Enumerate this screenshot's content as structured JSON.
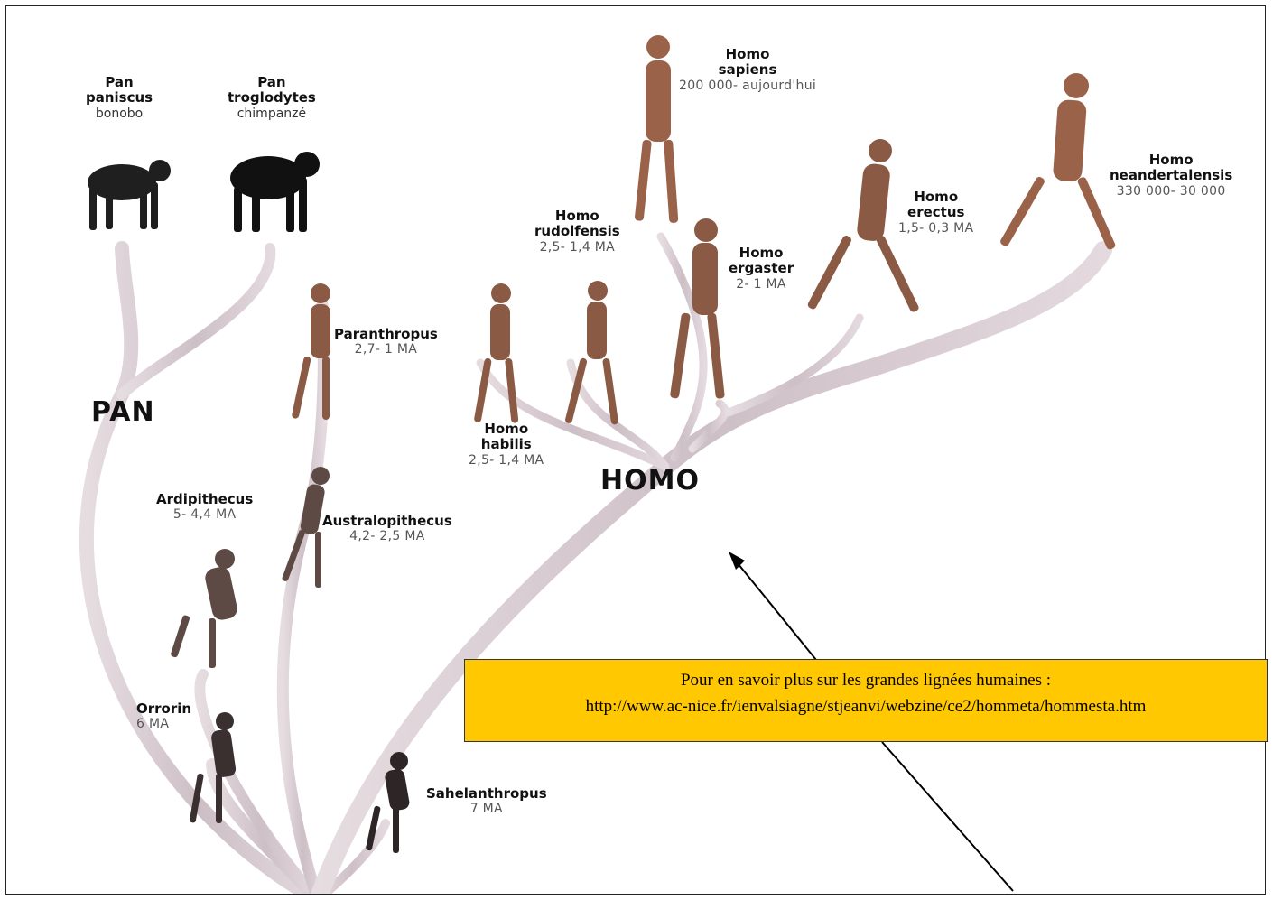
{
  "genera": {
    "pan": "PAN",
    "homo": "HOMO"
  },
  "species": {
    "pan_paniscus": {
      "name_1": "Pan",
      "name_2": "paniscus",
      "common": "bonobo"
    },
    "pan_troglodytes": {
      "name_1": "Pan",
      "name_2": "troglodytes",
      "common": "chimpanzé"
    },
    "paranthropus": {
      "name": "Paranthropus",
      "dates": "2,7- 1 MA"
    },
    "australopithecus": {
      "name": "Australopithecus",
      "dates": "4,2- 2,5 MA"
    },
    "ardipithecus": {
      "name": "Ardipithecus",
      "dates": "5- 4,4 MA"
    },
    "orrorin": {
      "name": "Orrorin",
      "dates": "6 MA"
    },
    "sahelanthropus": {
      "name": "Sahelanthropus",
      "dates": "7 MA"
    },
    "homo_habilis": {
      "name_1": "Homo",
      "name_2": "habilis",
      "dates": "2,5- 1,4 MA"
    },
    "homo_rudolfensis": {
      "name_1": "Homo",
      "name_2": "rudolfensis",
      "dates": "2,5- 1,4 MA"
    },
    "homo_sapiens": {
      "name_1": "Homo",
      "name_2": "sapiens",
      "dates": "200 000- aujourd'hui"
    },
    "homo_ergaster": {
      "name_1": "Homo",
      "name_2": "ergaster",
      "dates": "2- 1 MA"
    },
    "homo_erectus": {
      "name_1": "Homo",
      "name_2": "erectus",
      "dates": "1,5- 0,3 MA"
    },
    "homo_neandertalensis": {
      "name_1": "Homo",
      "name_2": "neandertalensis",
      "dates": "330 000- 30 000"
    }
  },
  "info_box": {
    "line_1": "Pour en savoir plus sur les grandes lignées humaines :",
    "line_2": "http://www.ac-nice.fr/ienvalsiagne/stjeanvi/webzine/ce2/hommeta/hommesta.htm"
  },
  "colors": {
    "branch": "#d8cdd2",
    "ape": "#1f1f1f",
    "hominin": "#8a5a44",
    "early_hominin": "#5e4a44",
    "box": "#ffc800"
  }
}
